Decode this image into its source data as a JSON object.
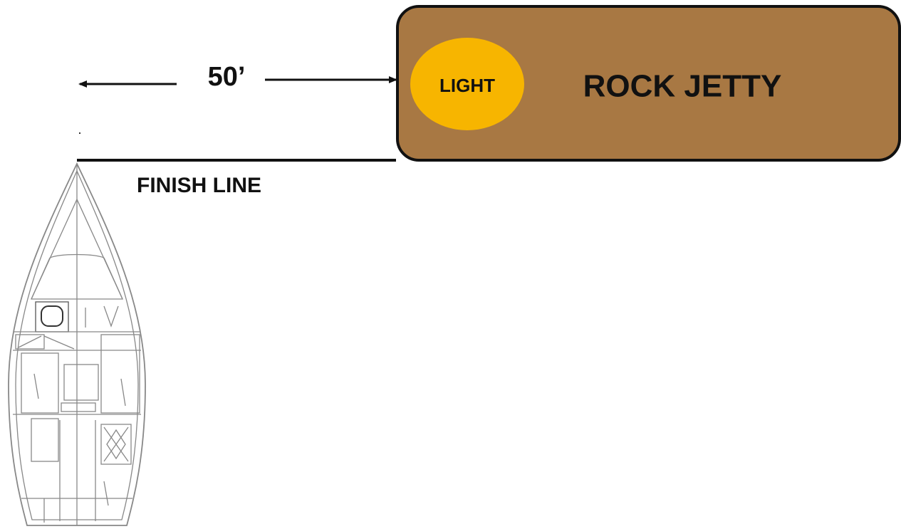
{
  "labels": {
    "distance": "50’",
    "light": "LIGHT",
    "jetty": "ROCK JETTY",
    "finish_line": "FINISH LINE"
  },
  "colors": {
    "jetty_fill": "#A87843",
    "light_fill": "#F7B500",
    "line": "#111111",
    "boat_outline": "#888888"
  },
  "icons": {
    "boat": "sailboat-deck-plan"
  }
}
